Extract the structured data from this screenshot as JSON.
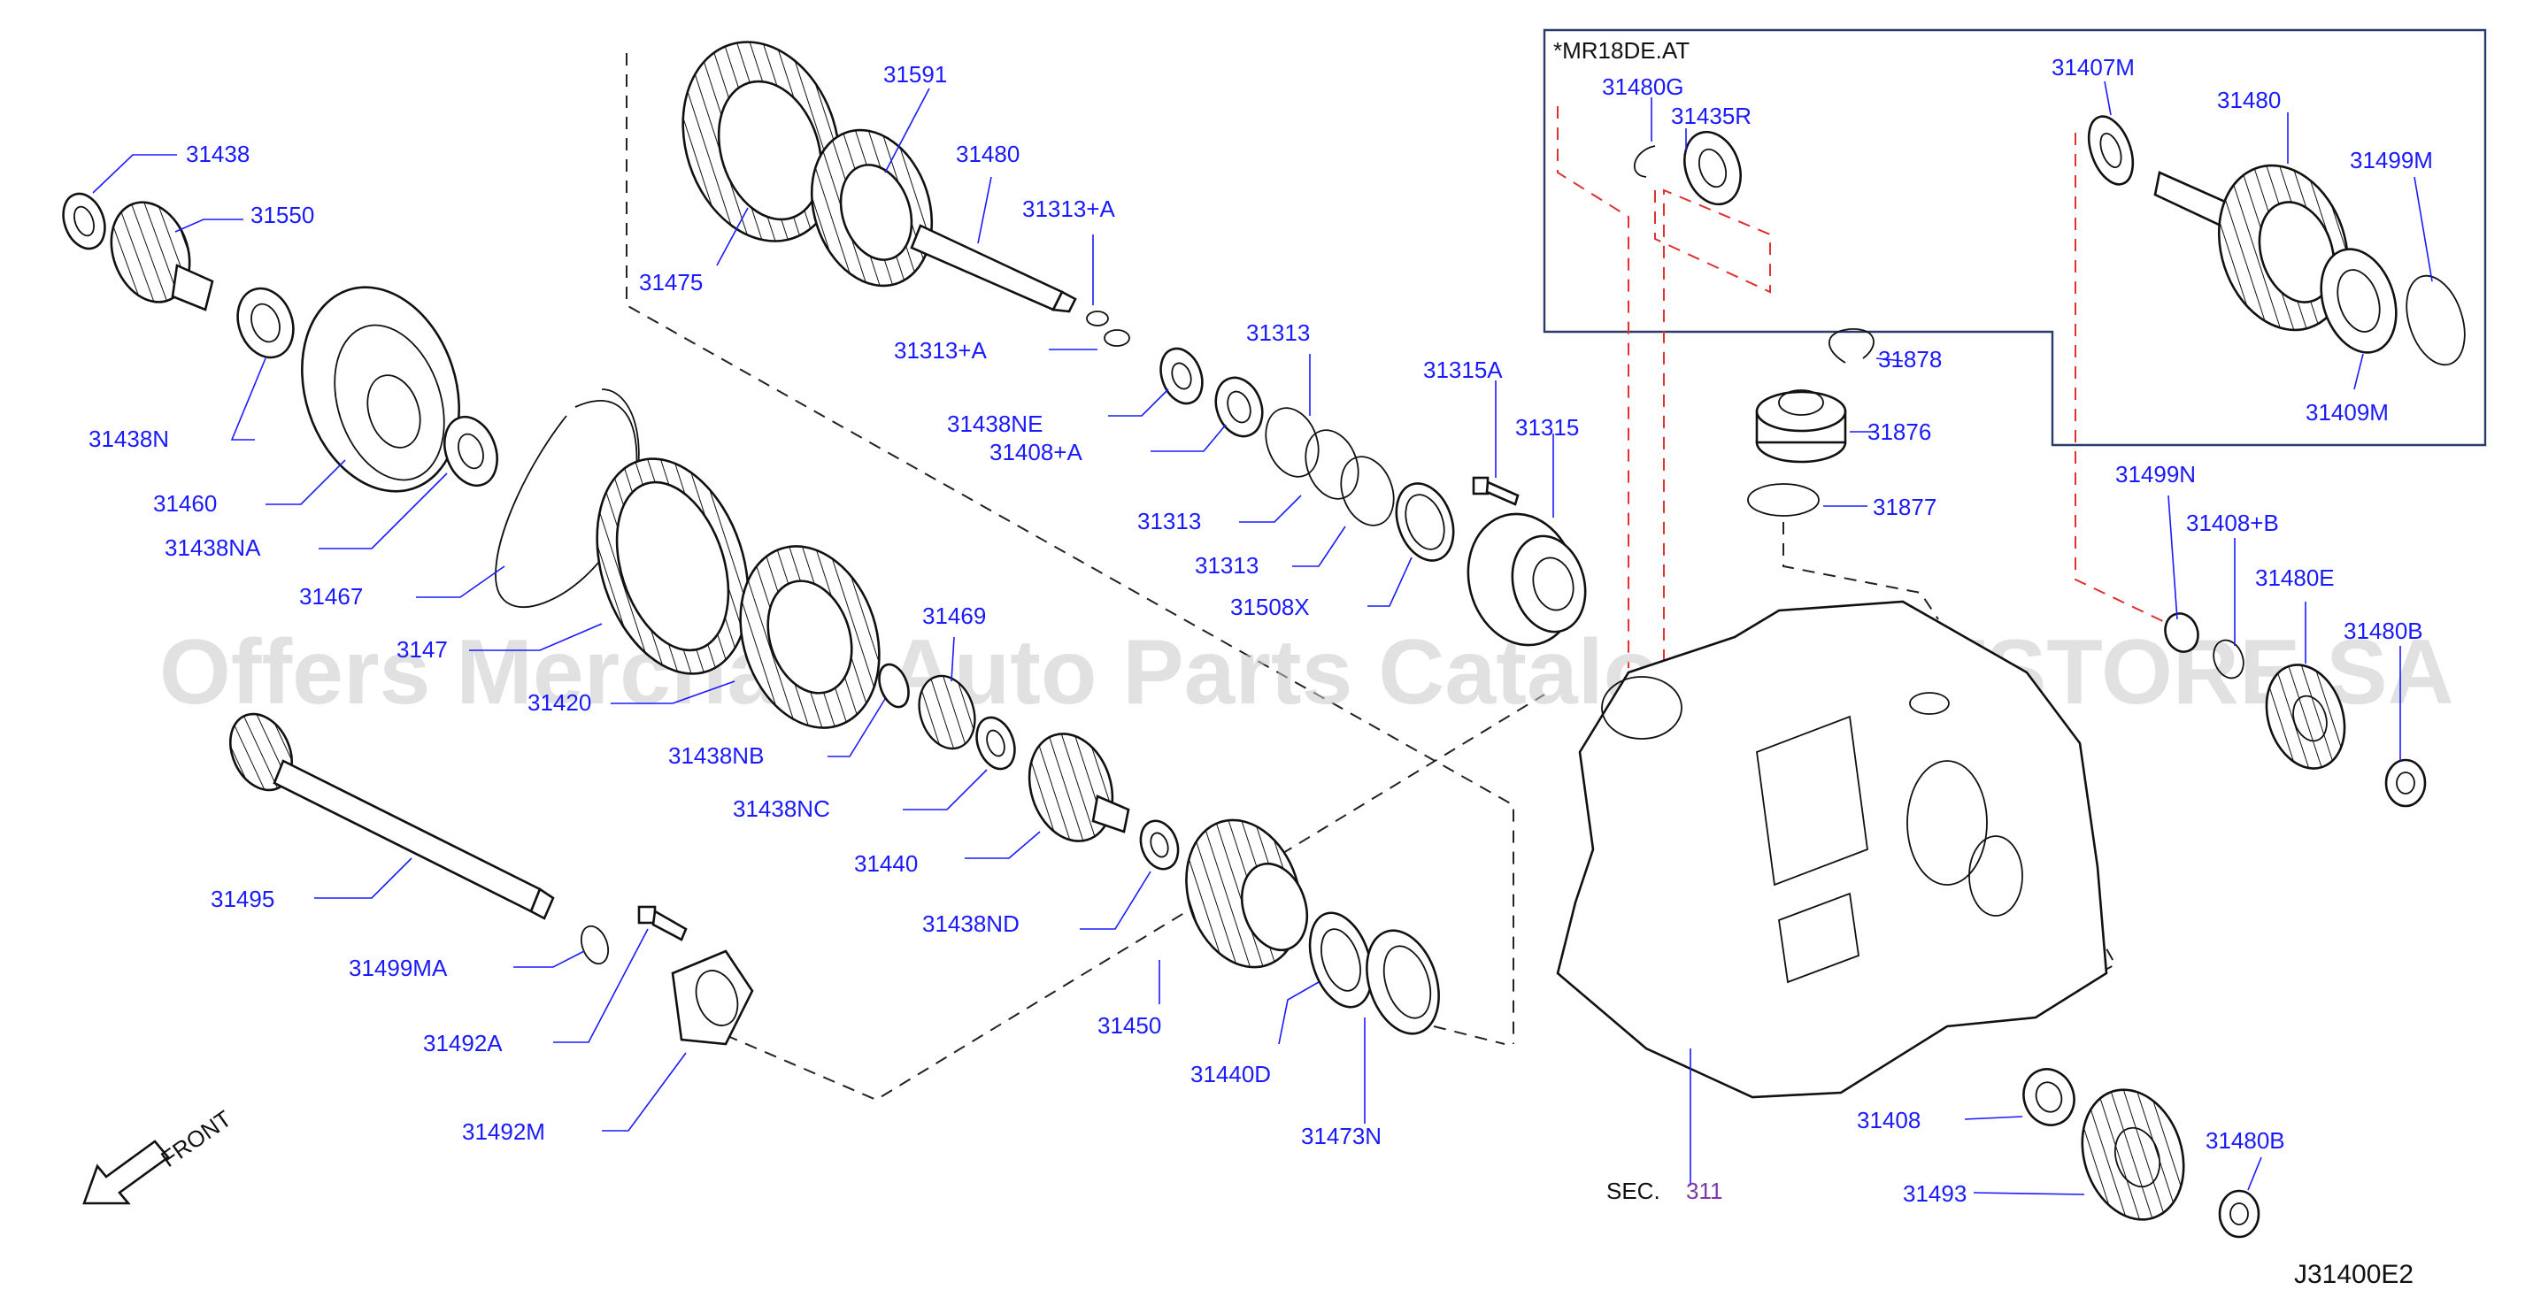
{
  "watermark": "Offers Merchant Auto Parts Catalog PARTSTORE.SA",
  "inset": {
    "title": "*MR18DE.AT"
  },
  "front_label": "FRONT",
  "sec": {
    "prefix": "SEC.",
    "number": "311"
  },
  "diagram_code": "J31400E2",
  "labels": {
    "l31438": "31438",
    "l31550": "31550",
    "l31438N": "31438N",
    "l31460": "31460",
    "l31438NA": "31438NA",
    "l31467": "31467",
    "l3147x": "3147",
    "l31420": "31420",
    "l31591": "31591",
    "l31475": "31475",
    "l31480a": "31480",
    "l31313A1": "31313+A",
    "l31313A2": "31313+A",
    "l31438NE": "31438NE",
    "l31408A": "31408+A",
    "l31313a": "31313",
    "l31313b": "31313",
    "l31313c": "31313",
    "l31508X": "31508X",
    "l31315A": "31315A",
    "l31315": "31315",
    "l31469": "31469",
    "l31438NB": "31438NB",
    "l31438NC": "31438NC",
    "l31440": "31440",
    "l31438ND": "31438ND",
    "l31450": "31450",
    "l31440D": "31440D",
    "l31473N": "31473N",
    "l31495": "31495",
    "l31499MA": "31499MA",
    "l31492A": "31492A",
    "l31492M": "31492M",
    "l31878": "31878",
    "l31876": "31876",
    "l31877": "31877",
    "l31480G": "31480G",
    "l31435R": "31435R",
    "l31407M": "31407M",
    "l31480b": "31480",
    "l31499M": "31499M",
    "l31409M": "31409M",
    "l31499N": "31499N",
    "l31408B": "31408+B",
    "l31480E": "31480E",
    "l31480B1": "31480B",
    "l31408": "31408",
    "l31493": "31493",
    "l31480B2": "31480B"
  }
}
